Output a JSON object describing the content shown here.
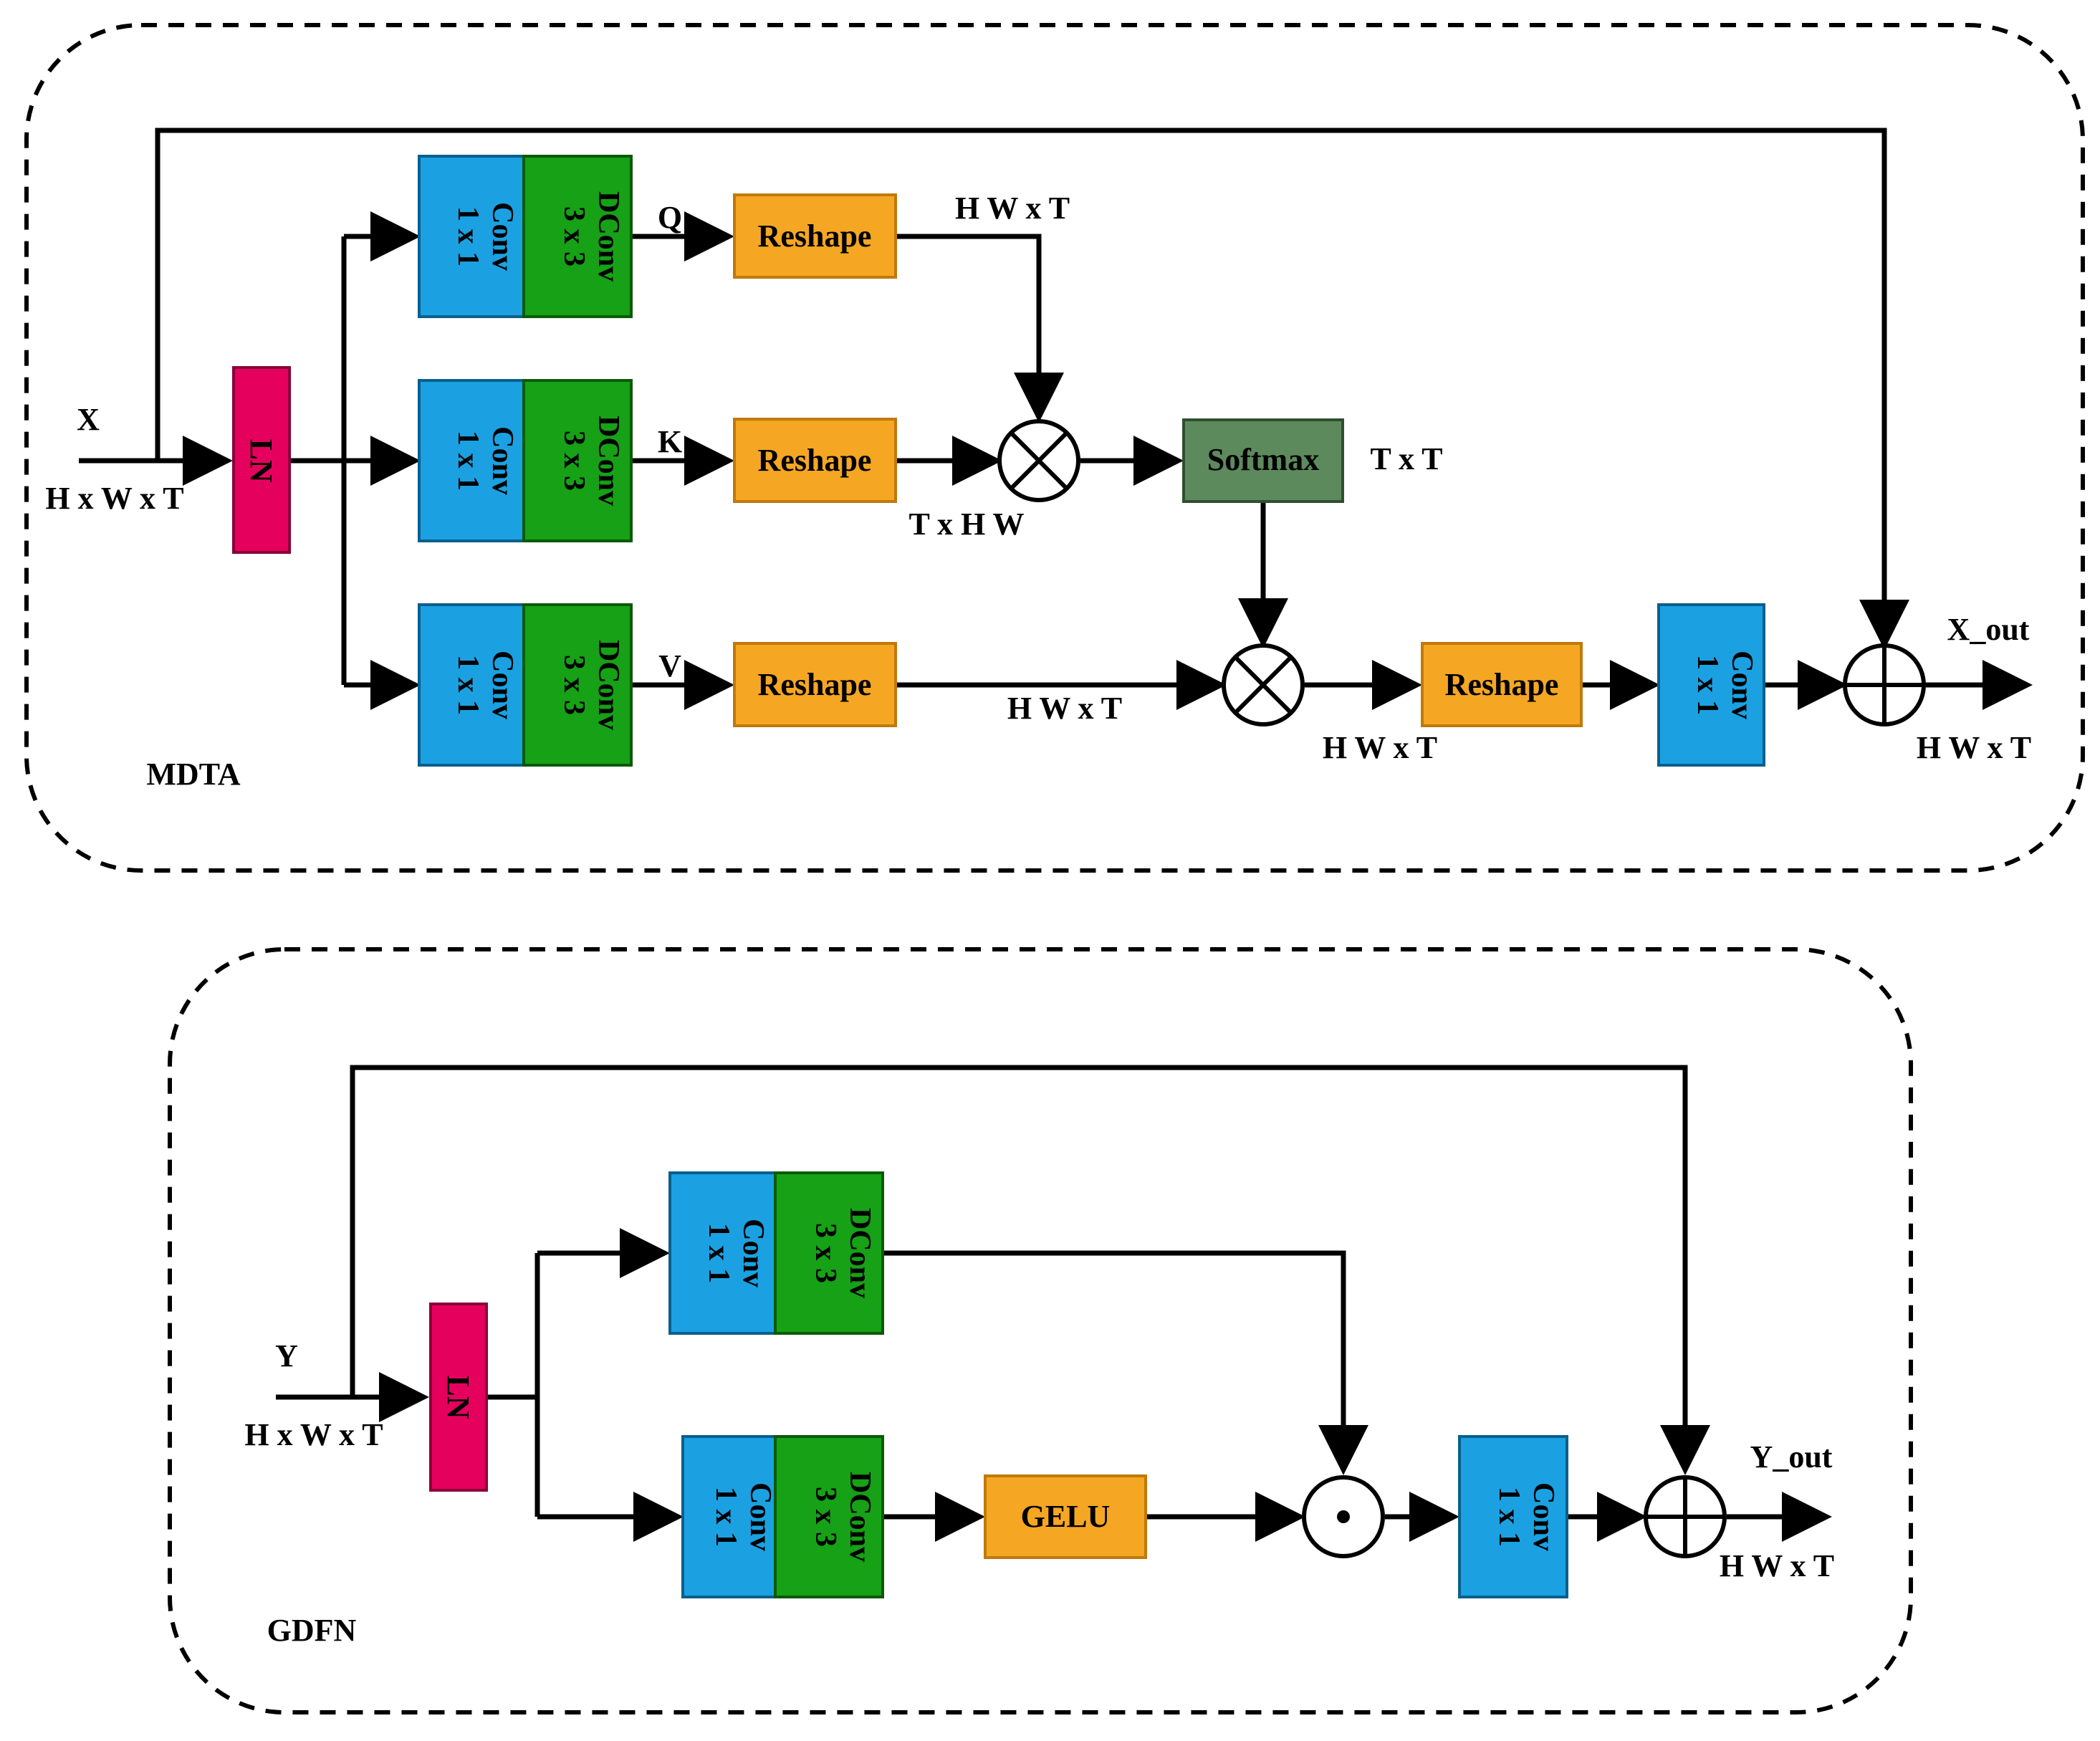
{
  "colors": {
    "conv": "#1ba1e2",
    "dconv": "#16a116",
    "ln": "#e6005e",
    "reshape": "#f5a623",
    "softmax": "#5d8a5d",
    "line": "#000000"
  },
  "mdta": {
    "label": "MDTA",
    "input_name": "X",
    "input_dim": "H x W x T",
    "ln": "LN",
    "conv1x1": [
      "1 x 1",
      "Conv"
    ],
    "dconv3x3": [
      "3 x 3",
      "DConv"
    ],
    "q": "Q",
    "k": "K",
    "v": "V",
    "reshape": "Reshape",
    "q_dim": "H W x T",
    "k_dim": "T x H W",
    "softmax": "Softmax",
    "softmax_dim": "T x T",
    "v_dim": "H W x T",
    "after_mul_dim": "H W x T",
    "output_name": "X_out",
    "output_dim": "H W x T"
  },
  "gdfn": {
    "label": "GDFN",
    "input_name": "Y",
    "input_dim": "H x W x T",
    "ln": "LN",
    "conv1x1": [
      "1 x 1",
      "Conv"
    ],
    "dconv3x3": [
      "3 x 3",
      "DConv"
    ],
    "gelu": "GELU",
    "output_name": "Y_out",
    "output_dim": "H W x T"
  }
}
